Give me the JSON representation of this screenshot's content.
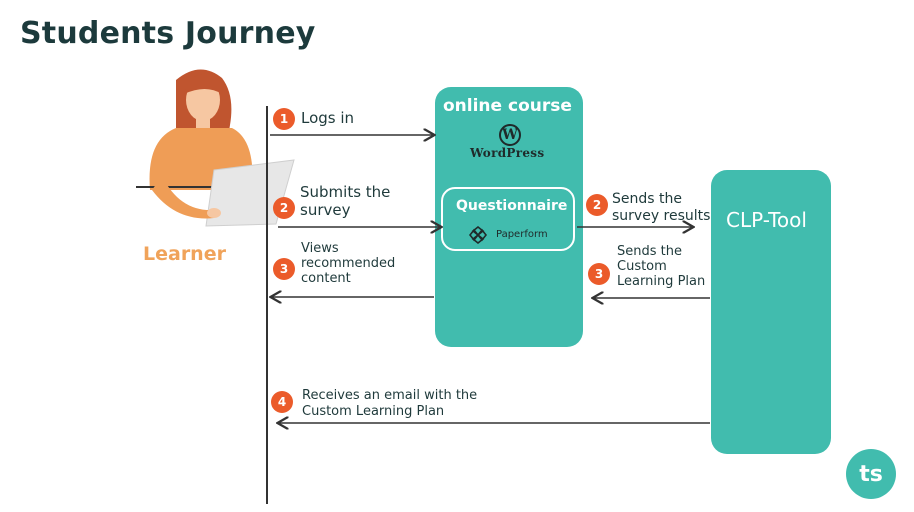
{
  "title": "Students Journey",
  "learner": {
    "label": "Learner"
  },
  "online_course": {
    "title": "online course",
    "wordpress_logo_text": "WordPress",
    "questionnaire": {
      "title": "Questionnaire",
      "paperform_text": "Paperform"
    }
  },
  "clp_tool": {
    "title": "CLP-Tool"
  },
  "steps": [
    {
      "number": "1",
      "label": "Logs in"
    },
    {
      "number": "2",
      "label": "Submits the\nsurvey"
    },
    {
      "number": "3",
      "label": "Views\nrecommended\ncontent"
    },
    {
      "number": "2",
      "label": "Sends the\nsurvey results"
    },
    {
      "number": "3",
      "label": "Sends the\nCustom\nLearning Plan"
    },
    {
      "number": "4",
      "label": "Receives an email with  the\nCustom Learning Plan"
    }
  ],
  "logo": {
    "text": "ts"
  },
  "colors": {
    "teal": "#41bcae",
    "orange_step": "#eb5b2a",
    "learner_label": "#f0a35a",
    "title": "#1c3a3c"
  }
}
